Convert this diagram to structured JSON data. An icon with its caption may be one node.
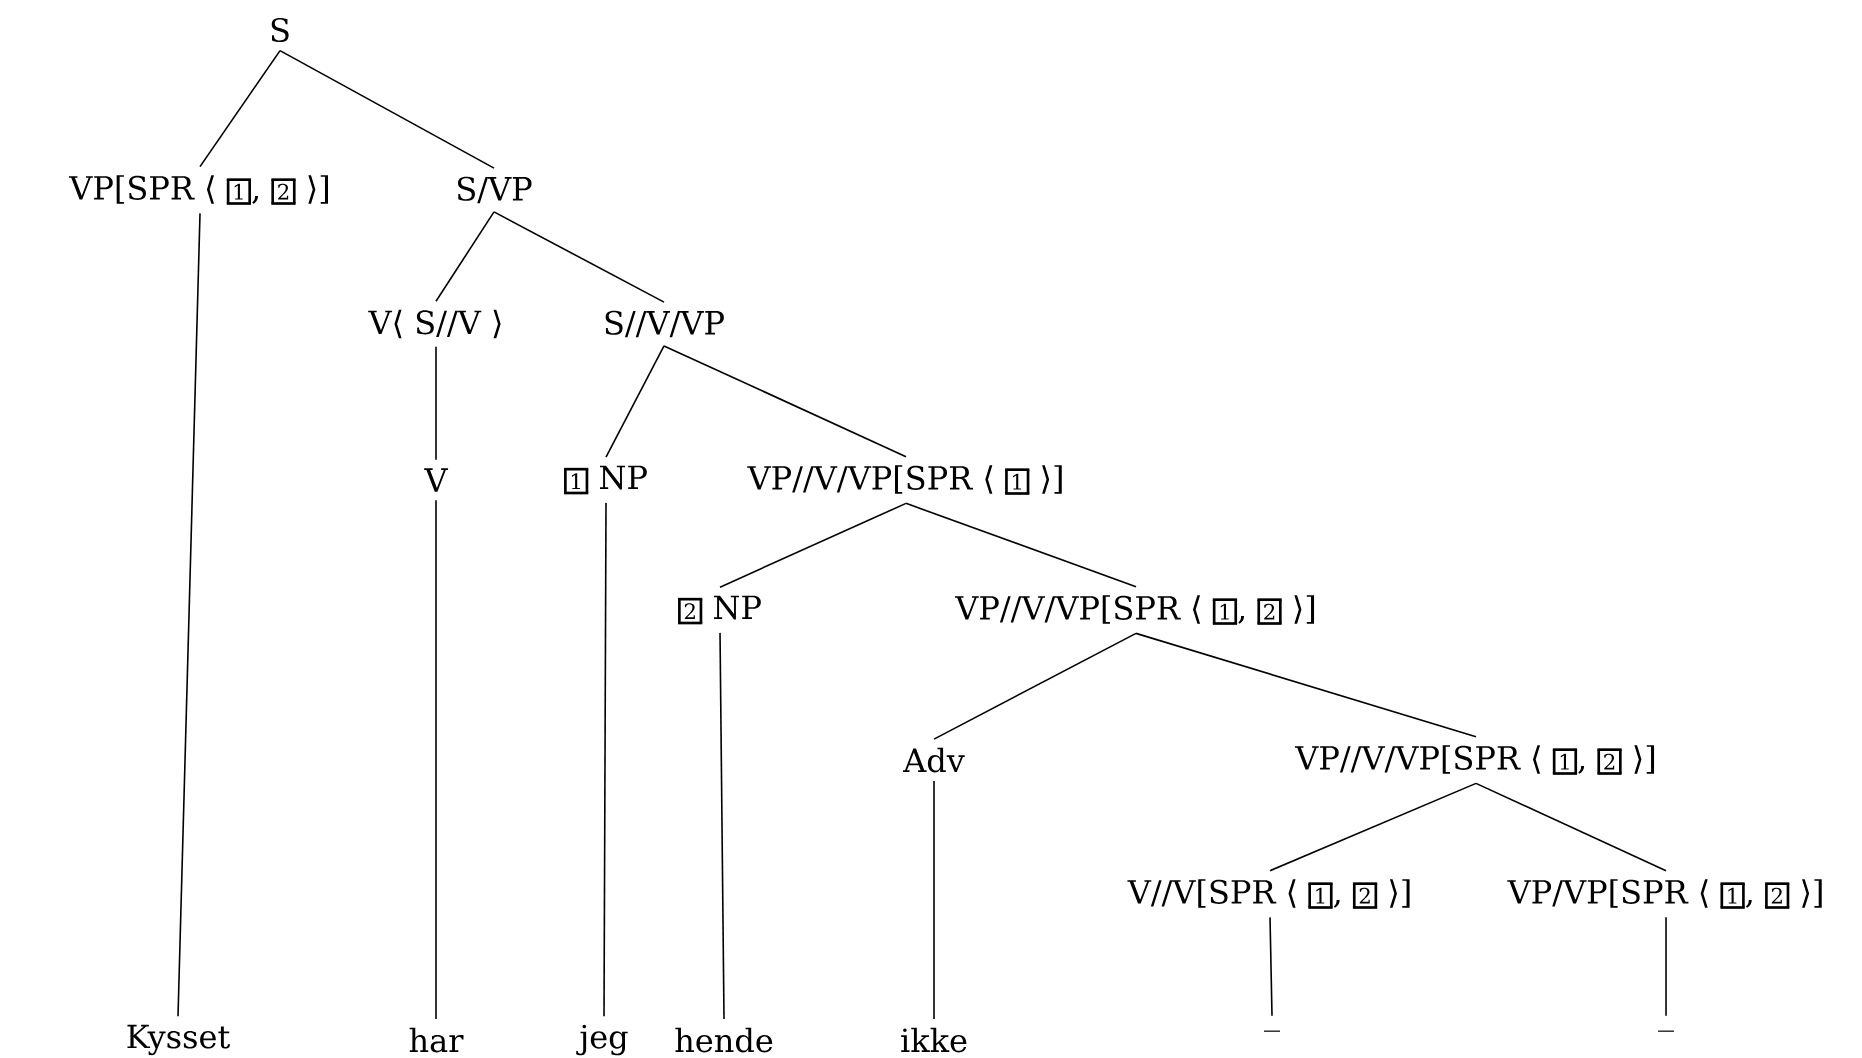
{
  "diagram": {
    "nodes": [
      {
        "text": [
          "S"
        ]
      },
      {
        "text": [
          "VP[SPR ⟨",
          "1",
          ",",
          "2",
          "⟩]"
        ]
      },
      {
        "text": [
          "S/VP"
        ]
      },
      {
        "text": [
          "V⟨ S//V ⟩"
        ]
      },
      {
        "text": [
          "S//V/VP"
        ]
      },
      {
        "text": [
          "V"
        ]
      },
      {
        "text": [
          "1",
          "NP"
        ]
      },
      {
        "text": [
          "VP//V/VP[SPR ⟨",
          "1",
          "⟩]"
        ]
      },
      {
        "text": [
          "2",
          "NP"
        ]
      },
      {
        "text": [
          "VP//V/VP[SPR ⟨",
          "1",
          ",",
          "2",
          "⟩]"
        ]
      },
      {
        "text": [
          "Adv"
        ]
      },
      {
        "text": [
          "VP//V/VP[SPR ⟨",
          "1",
          ",",
          "2",
          "⟩]"
        ]
      },
      {
        "text": [
          "V//V[SPR ⟨",
          "1",
          ",",
          "2",
          "⟩]"
        ]
      },
      {
        "text": [
          "VP/VP[SPR ⟨",
          "1",
          ",",
          "2",
          "⟩]"
        ]
      },
      {
        "text": [
          "Kysset"
        ]
      },
      {
        "text": [
          "har"
        ]
      },
      {
        "text": [
          "jeg"
        ]
      },
      {
        "text": [
          "hende"
        ]
      },
      {
        "text": [
          "ikke"
        ]
      },
      {
        "text": [
          "_"
        ]
      },
      {
        "text": [
          "_"
        ]
      }
    ],
    "edges": [
      {
        "from": 0,
        "to": 1,
        "arrow": "none"
      },
      {
        "from": 0,
        "to": 2,
        "arrow": "none"
      },
      {
        "from": 1,
        "to": 14,
        "arrow": "none"
      },
      {
        "from": 2,
        "to": 3,
        "arrow": "none"
      },
      {
        "from": 2,
        "to": 4,
        "arrow": "none"
      },
      {
        "from": 3,
        "to": 5,
        "arrow": "none"
      },
      {
        "from": 5,
        "to": 15,
        "arrow": "none"
      },
      {
        "from": 4,
        "to": 6,
        "arrow": "none"
      },
      {
        "from": 4,
        "to": 7,
        "arrow": "none"
      },
      {
        "from": 6,
        "to": 16,
        "arrow": "none"
      },
      {
        "from": 7,
        "to": 8,
        "arrow": "none"
      },
      {
        "from": 7,
        "to": 9,
        "arrow": "none"
      },
      {
        "from": 8,
        "to": 17,
        "arrow": "none"
      },
      {
        "from": 9,
        "to": 10,
        "arrow": "none"
      },
      {
        "from": 9,
        "to": 11,
        "arrow": "none"
      },
      {
        "from": 10,
        "to": 18,
        "arrow": "none"
      },
      {
        "from": 11,
        "to": 12,
        "arrow": "none"
      },
      {
        "from": 11,
        "to": 13,
        "arrow": "none"
      },
      {
        "from": 12,
        "to": 19,
        "arrow": "none"
      },
      {
        "from": 13,
        "to": 20,
        "arrow": "none"
      }
    ]
  }
}
